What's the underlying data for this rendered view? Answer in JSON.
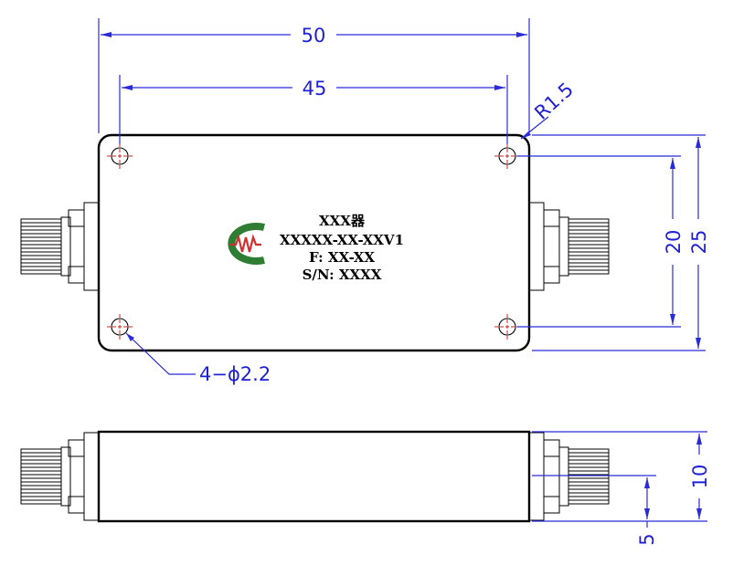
{
  "dimensions": {
    "overall_length": "50",
    "hole_spacing_length": "45",
    "corner_radius": "R1.5",
    "hole_spacing_height": "20",
    "overall_height": "25",
    "mounting_holes": "4−ϕ2.2",
    "side_height": "10",
    "connector_center_height": "5"
  },
  "label": {
    "line1": "XXX器",
    "line2": "XXXXX-XX-XXV1",
    "line3": "F: XX-XX",
    "line4": "S/N: XXXX"
  },
  "colors": {
    "dimension": "#2a2ad8",
    "centerline": "#d42020",
    "logo_green": "#2e7d32",
    "logo_red": "#d32f2f"
  },
  "icons": {
    "logo": "company-logo-icon"
  }
}
